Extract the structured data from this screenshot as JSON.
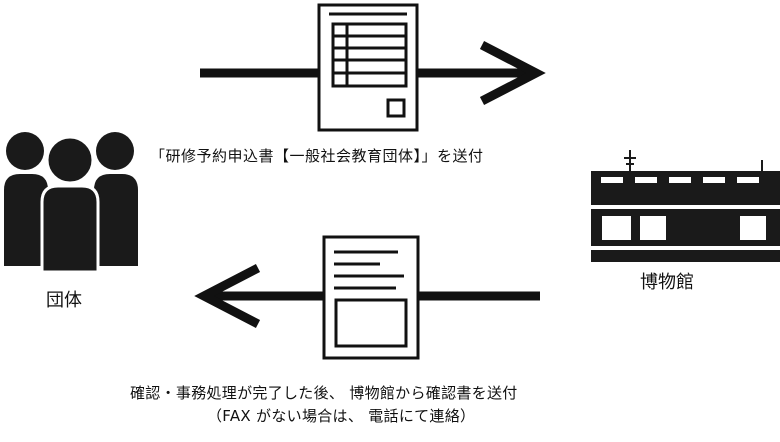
{
  "diagram": {
    "send_label": "「研修予約申込書【一般社会教育団体】」を送付",
    "group_label": "団体",
    "museum_label": "博物館",
    "return_label_line1": "確認・事務処理が完了した後、 博物館から確認書を送付",
    "return_label_line2": "（FAX がない場合は、 電話にて連絡）"
  },
  "icons": {
    "group": "people-group-icon",
    "museum": "museum-building-icon",
    "application_form": "application-form-document-icon",
    "confirmation": "confirmation-document-icon"
  },
  "colors": {
    "ink": "#111111",
    "background": "#ffffff"
  }
}
